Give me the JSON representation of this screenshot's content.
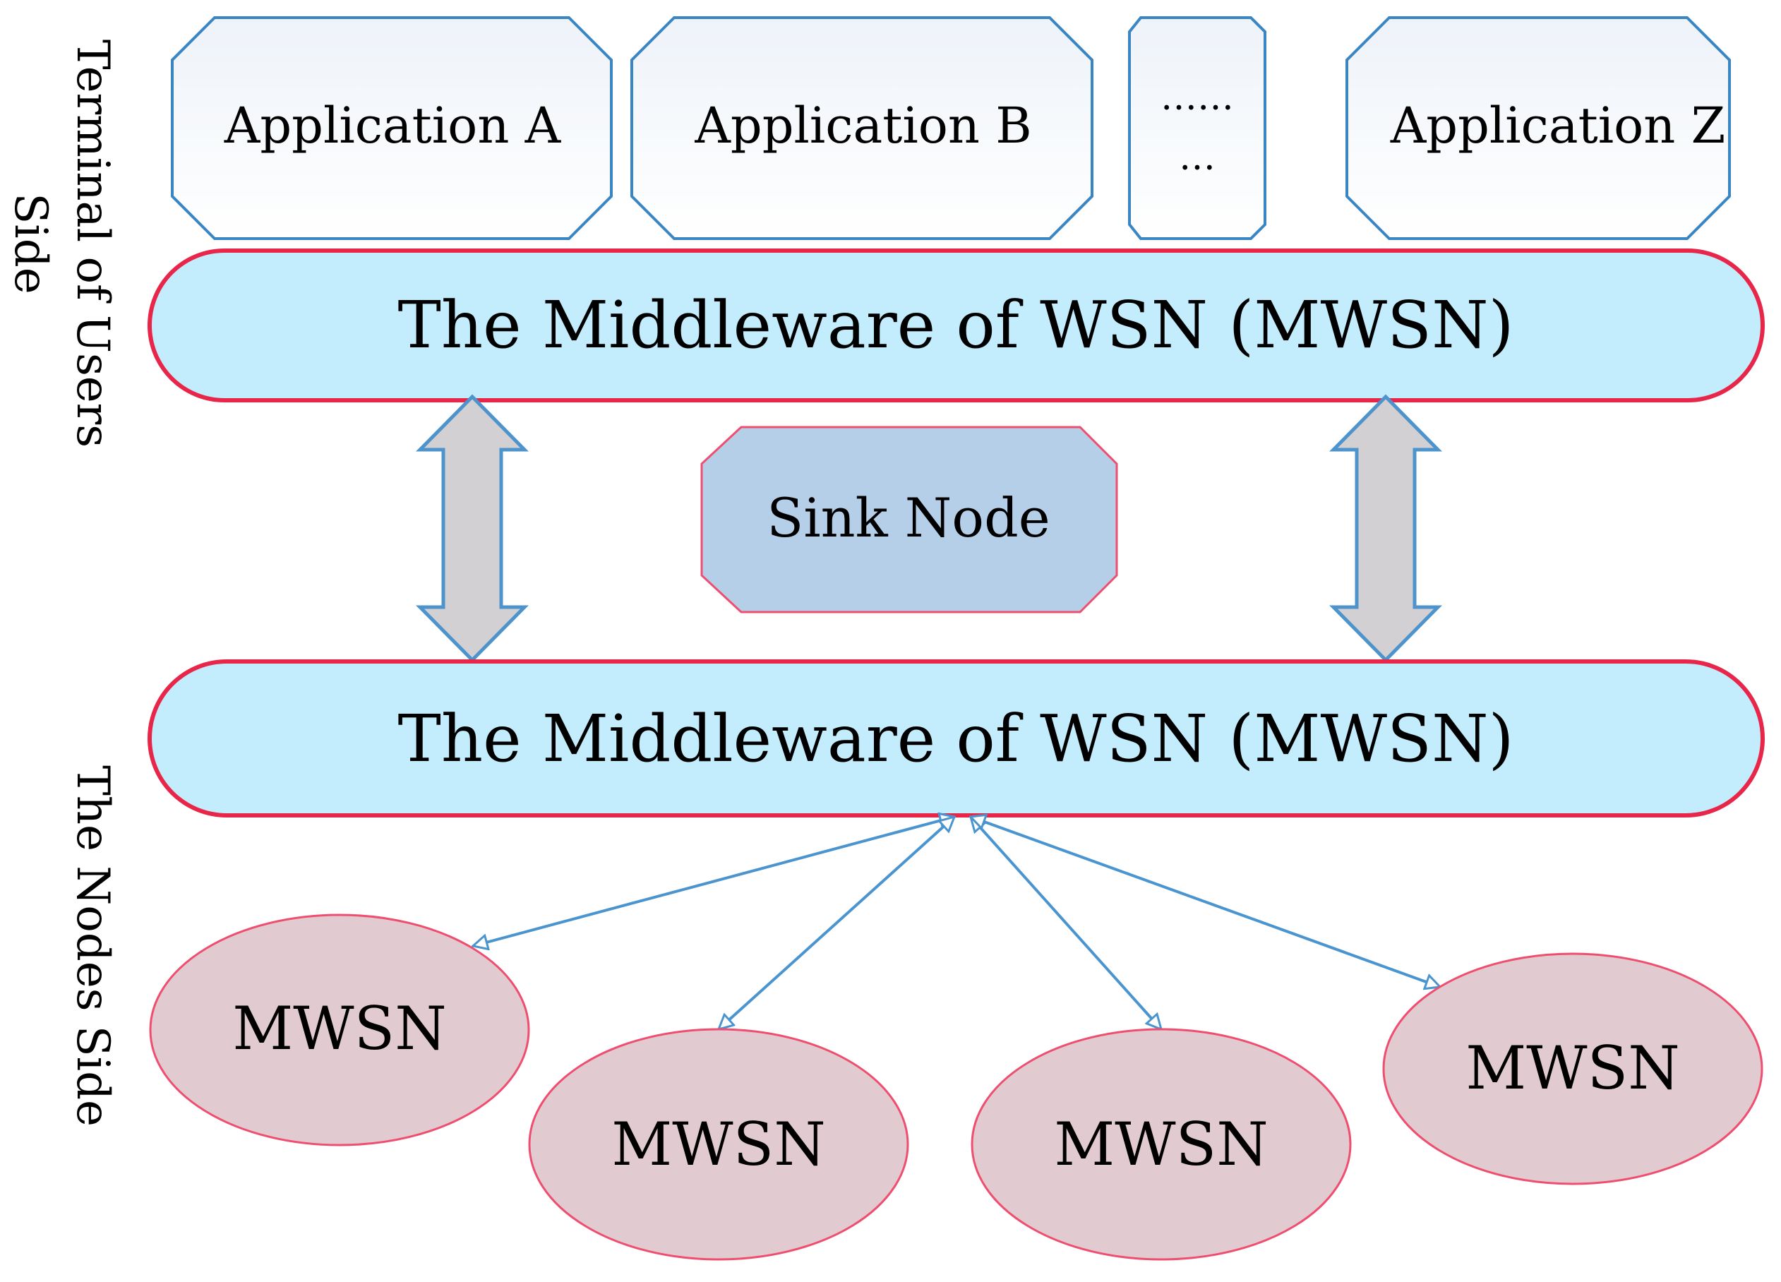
{
  "side_labels": {
    "top_line1": "Terminal of Users",
    "top_line2": "Side",
    "bottom": "The Nodes Side"
  },
  "applications": [
    {
      "label": "Application A"
    },
    {
      "label": "Application B"
    },
    {
      "label_line1": "……",
      "label_line2": "…"
    },
    {
      "label": "Application Z"
    }
  ],
  "middleware_top": {
    "label": "The Middleware of WSN (MWSN)"
  },
  "middleware_bottom": {
    "label": "The Middleware of WSN (MWSN)"
  },
  "sink": {
    "label": "Sink Node"
  },
  "nodes": [
    {
      "label": "MWSN"
    },
    {
      "label": "MWSN"
    },
    {
      "label": "MWSN"
    },
    {
      "label": "MWSN"
    }
  ],
  "colors": {
    "middleware_fill": "#c3ecfc",
    "middleware_stroke": "#e8264a",
    "app_stroke": "#3a86c2",
    "sink_fill": "#b6cfe9",
    "node_fill": "#e2cbd0",
    "node_stroke": "#ee4f70",
    "arrow_fill": "#d2d0d3",
    "arrow_stroke": "#4d93cc",
    "link_stroke": "#4a95cf"
  }
}
